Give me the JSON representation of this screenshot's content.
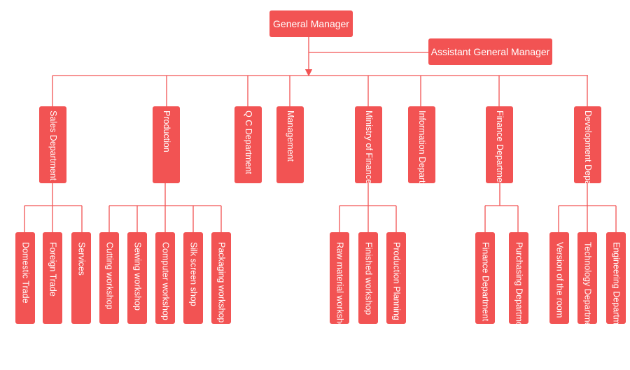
{
  "colors": {
    "box": "#f25353",
    "line": "#f25353",
    "text": "#ffffff"
  },
  "general_manager": "General Manager",
  "assistant_general_manager": "Assistant General Manager",
  "departments": [
    {
      "label": "Sales Department",
      "children": [
        "Domestic Trade",
        "Foreign Trade",
        "Services"
      ]
    },
    {
      "label": "Production",
      "children": [
        "Cutting workshop",
        "Sewing workshop",
        "Computer workshop",
        "Silk screen shop",
        "Packaging workshop"
      ]
    },
    {
      "label": "Q C Department",
      "children": []
    },
    {
      "label": "Management",
      "children": []
    },
    {
      "label": "Ministry of Finance",
      "children": [
        "Raw material workshop",
        "Finished workshop",
        "Production Planning"
      ]
    },
    {
      "label": "Information Department",
      "children": []
    },
    {
      "label": "Finance Department",
      "children": [
        "Finance Department",
        "Purchasing Department"
      ]
    },
    {
      "label": "Development Department",
      "children": [
        "Version of the room",
        "Technology Department",
        "Engineering Department"
      ]
    }
  ]
}
